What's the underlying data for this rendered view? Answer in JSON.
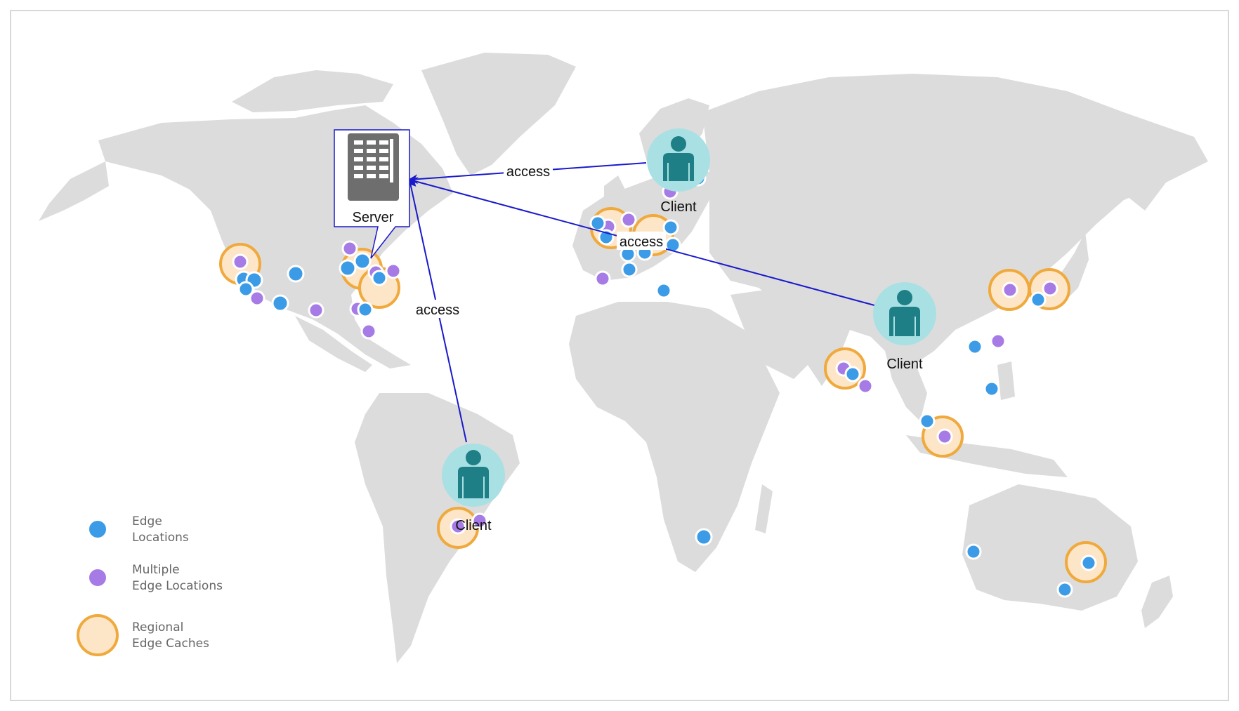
{
  "colors": {
    "land": "#dcdcdc",
    "edge": "#3b9be6",
    "multi": "#a77be6",
    "cache_fill": "#fde6c8",
    "cache_stroke": "#f0a93c",
    "edge_line": "#1a1acc",
    "person_bg": "#a9e0e3",
    "person": "#1f7f86",
    "server": "#6e6e6e",
    "frame": "#cccccc"
  },
  "server": {
    "label": "Server",
    "icon": "server-building-icon"
  },
  "clients": [
    {
      "id": "europe",
      "label": "Client",
      "icon": "user-icon"
    },
    {
      "id": "asia",
      "label": "Client",
      "icon": "user-icon"
    },
    {
      "id": "south-america",
      "label": "Client",
      "icon": "user-icon"
    }
  ],
  "edges": [
    {
      "from": "europe",
      "to": "server",
      "label": "access"
    },
    {
      "from": "asia",
      "to": "server",
      "label": "access"
    },
    {
      "from": "south-america",
      "to": "server",
      "label": "access"
    }
  ],
  "legend": {
    "edge": {
      "line1": "Edge",
      "line2": "Locations"
    },
    "multi": {
      "line1": "Multiple",
      "line2": "Edge Locations"
    },
    "cache": {
      "line1": "Regional",
      "line2": "Edge Caches"
    }
  }
}
